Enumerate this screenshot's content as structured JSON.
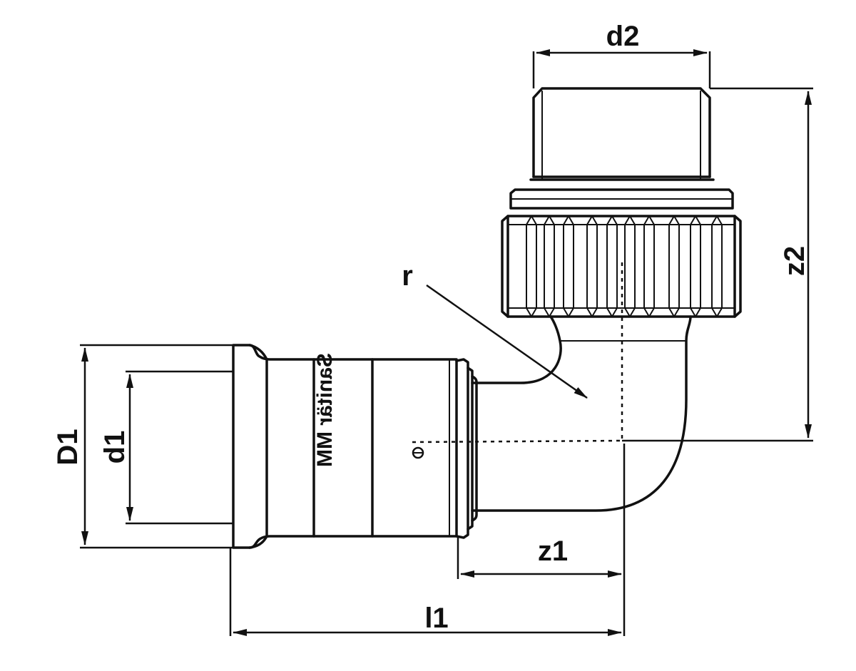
{
  "diagram": {
    "labels": {
      "d2": "d2",
      "z2": "z2",
      "r": "r",
      "D1": "D1",
      "d1": "d1",
      "z1": "z1",
      "l1": "l1"
    },
    "marking_text": "Sanitär MM"
  }
}
